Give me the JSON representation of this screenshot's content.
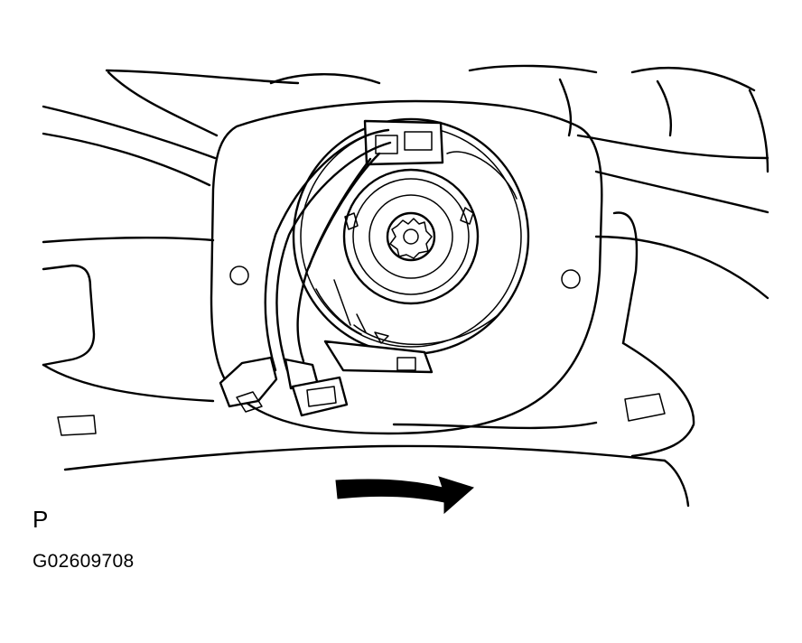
{
  "diagram": {
    "view_label": "P",
    "figure_code": "G02609708",
    "rotation_direction": "clockwise"
  },
  "colors": {
    "ink": "#000000",
    "paper": "#ffffff"
  }
}
